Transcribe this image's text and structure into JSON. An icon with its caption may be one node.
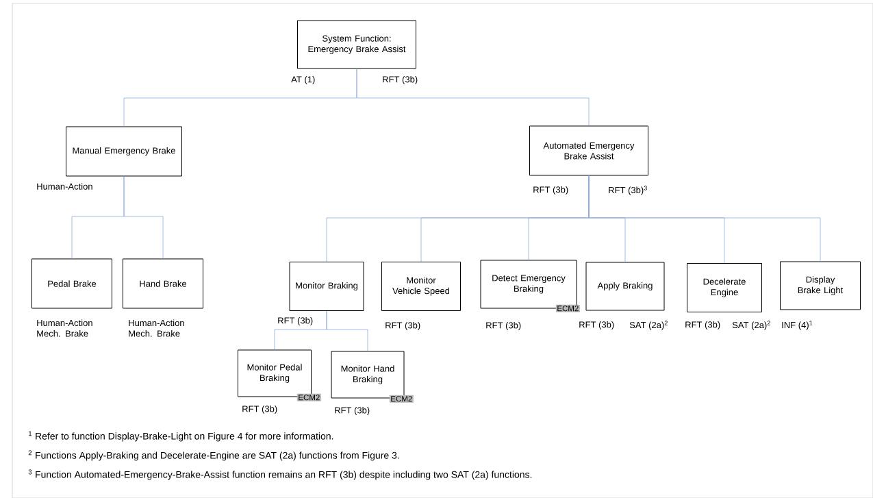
{
  "diagram": {
    "nodes": [
      {
        "text": [
          "System Function: Emergency Brake Assist"
        ],
        "beside": [
          "AT (1)",
          "RFT (3b)"
        ]
      },
      {
        "text": [
          "Manual Emergency Brake"
        ],
        "beside": [
          "Human-Action"
        ]
      },
      {
        "text": [
          "Automated Emergency Brake Assist"
        ],
        "beside": [
          "RFT (3b)",
          "RFT (3b)$^{3}$"
        ]
      },
      {
        "text": [
          "Pedal Brake"
        ],
        "beside": [
          "Human-Action Mech. Brake"
        ]
      },
      {
        "text": [
          "Hand Brake"
        ],
        "beside": [
          "Human-Action Mech. Brake"
        ]
      },
      {
        "text": [
          "Monitor Braking"
        ],
        "beside": [
          "RFT (3b)"
        ]
      },
      {
        "text": [
          "Monitor Vehicle Speed"
        ],
        "beside": [
          "RFT (3b)"
        ]
      },
      {
        "text": [
          "Detect Emergency Braking"
        ],
        "beside": [
          "ECM2",
          "RFT (3b)"
        ]
      },
      {
        "text": [
          "Apply Braking"
        ],
        "beside": [
          "RFT (3b)",
          "SAT (2a)$^{2}$"
        ]
      },
      {
        "text": [
          "Decelerate Engine"
        ],
        "beside": [
          "RFT (3b)",
          "SAT (2a)$^{2}$"
        ]
      },
      {
        "text": [
          "Display Brake Light"
        ],
        "beside": [
          "INF (4)$^{1}$"
        ]
      },
      {
        "text": [
          "Monitor Pedal Braking"
        ],
        "beside": [
          "ECM2",
          "RFT (3b)"
        ]
      },
      {
        "text": [
          "Monitor Hand Braking"
        ],
        "beside": [
          "ECM2",
          "RFT (3b)"
        ]
      }
    ],
    "edges": [
      {
        "from": 0,
        "to": 1,
        "arrow": "none"
      },
      {
        "from": 0,
        "to": 2,
        "arrow": "none"
      },
      {
        "from": 1,
        "to": 3,
        "arrow": "none"
      },
      {
        "from": 1,
        "to": 4,
        "arrow": "none"
      },
      {
        "from": 2,
        "to": 5,
        "arrow": "none"
      },
      {
        "from": 2,
        "to": 6,
        "arrow": "none"
      },
      {
        "from": 2,
        "to": 7,
        "arrow": "none"
      },
      {
        "from": 2,
        "to": 8,
        "arrow": "none"
      },
      {
        "from": 2,
        "to": 9,
        "arrow": "none"
      },
      {
        "from": 2,
        "to": 10,
        "arrow": "none"
      },
      {
        "from": 5,
        "to": 11,
        "arrow": "none"
      },
      {
        "from": 5,
        "to": 12,
        "arrow": "none"
      }
    ],
    "labels": [
      "$^{1}$ Refer to function Display-Brake-Light on Figure 4 for more information.",
      "$^{2}$ Functions Apply-Braking and Decelerate-Engine are SAT (2a) functions from Figure 3.",
      "$^{3}$ Function Automated-Emergency-Brake-Assist function remains an RFT (3b) despite including two SAT (2a) functions."
    ]
  }
}
